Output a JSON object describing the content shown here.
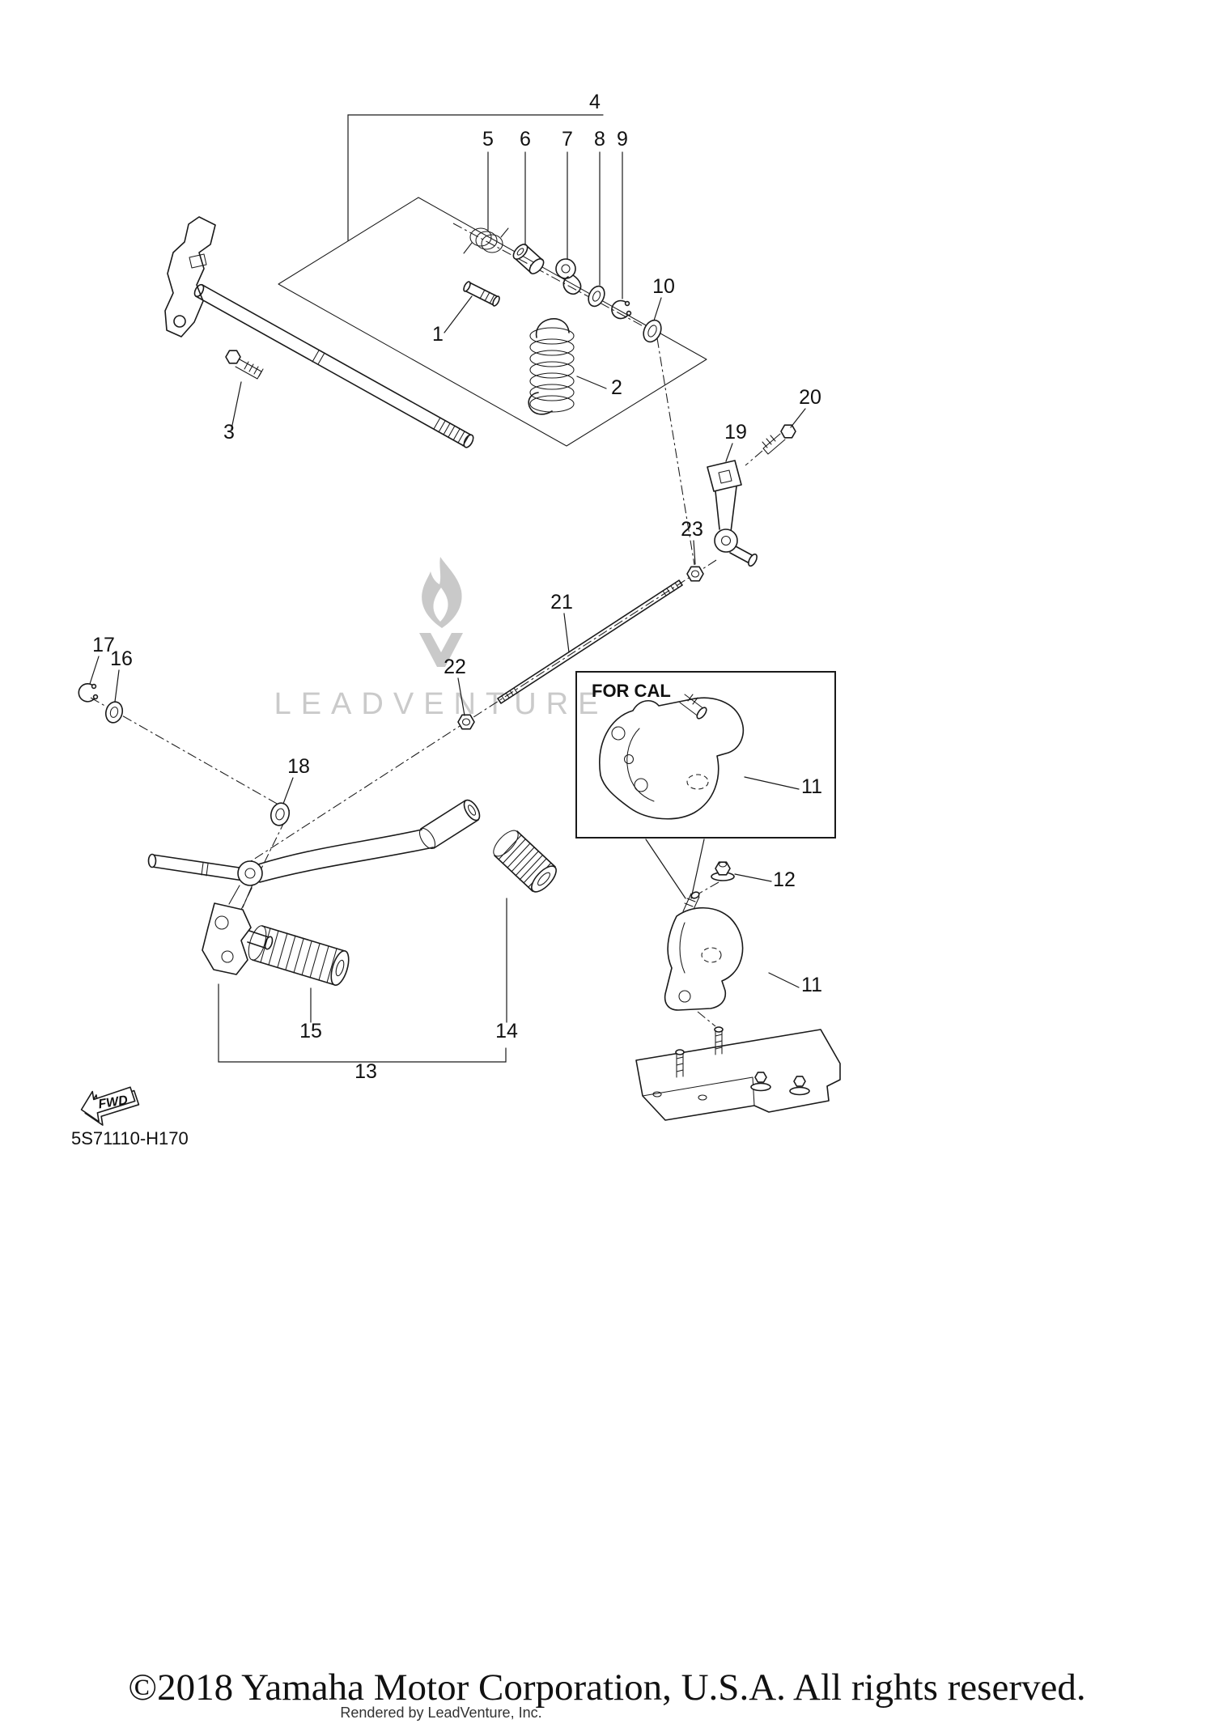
{
  "diagram": {
    "callouts": {
      "c1": "1",
      "c2": "2",
      "c3": "3",
      "c4": "4",
      "c5": "5",
      "c6": "6",
      "c7": "7",
      "c8": "8",
      "c9": "9",
      "c10": "10",
      "c11a": "11",
      "c11b": "11",
      "c12": "12",
      "c13": "13",
      "c14": "14",
      "c15": "15",
      "c16": "16",
      "c17": "17",
      "c18": "18",
      "c19": "19",
      "c20": "20",
      "c21": "21",
      "c22": "22",
      "c23": "23"
    },
    "for_cal_label": "FOR CAL",
    "fwd_label": "FWD",
    "part_code": "5S71110-H170",
    "watermark_text": "LEADVENTURE",
    "colors": {
      "line": "#1a1a1a",
      "watermark": "#c9c9c9",
      "background": "#ffffff"
    }
  },
  "footer": {
    "copyright": "©2018 Yamaha Motor Corporation, U.S.A. All rights reserved.",
    "rendered_by": "Rendered by LeadVenture, Inc."
  }
}
